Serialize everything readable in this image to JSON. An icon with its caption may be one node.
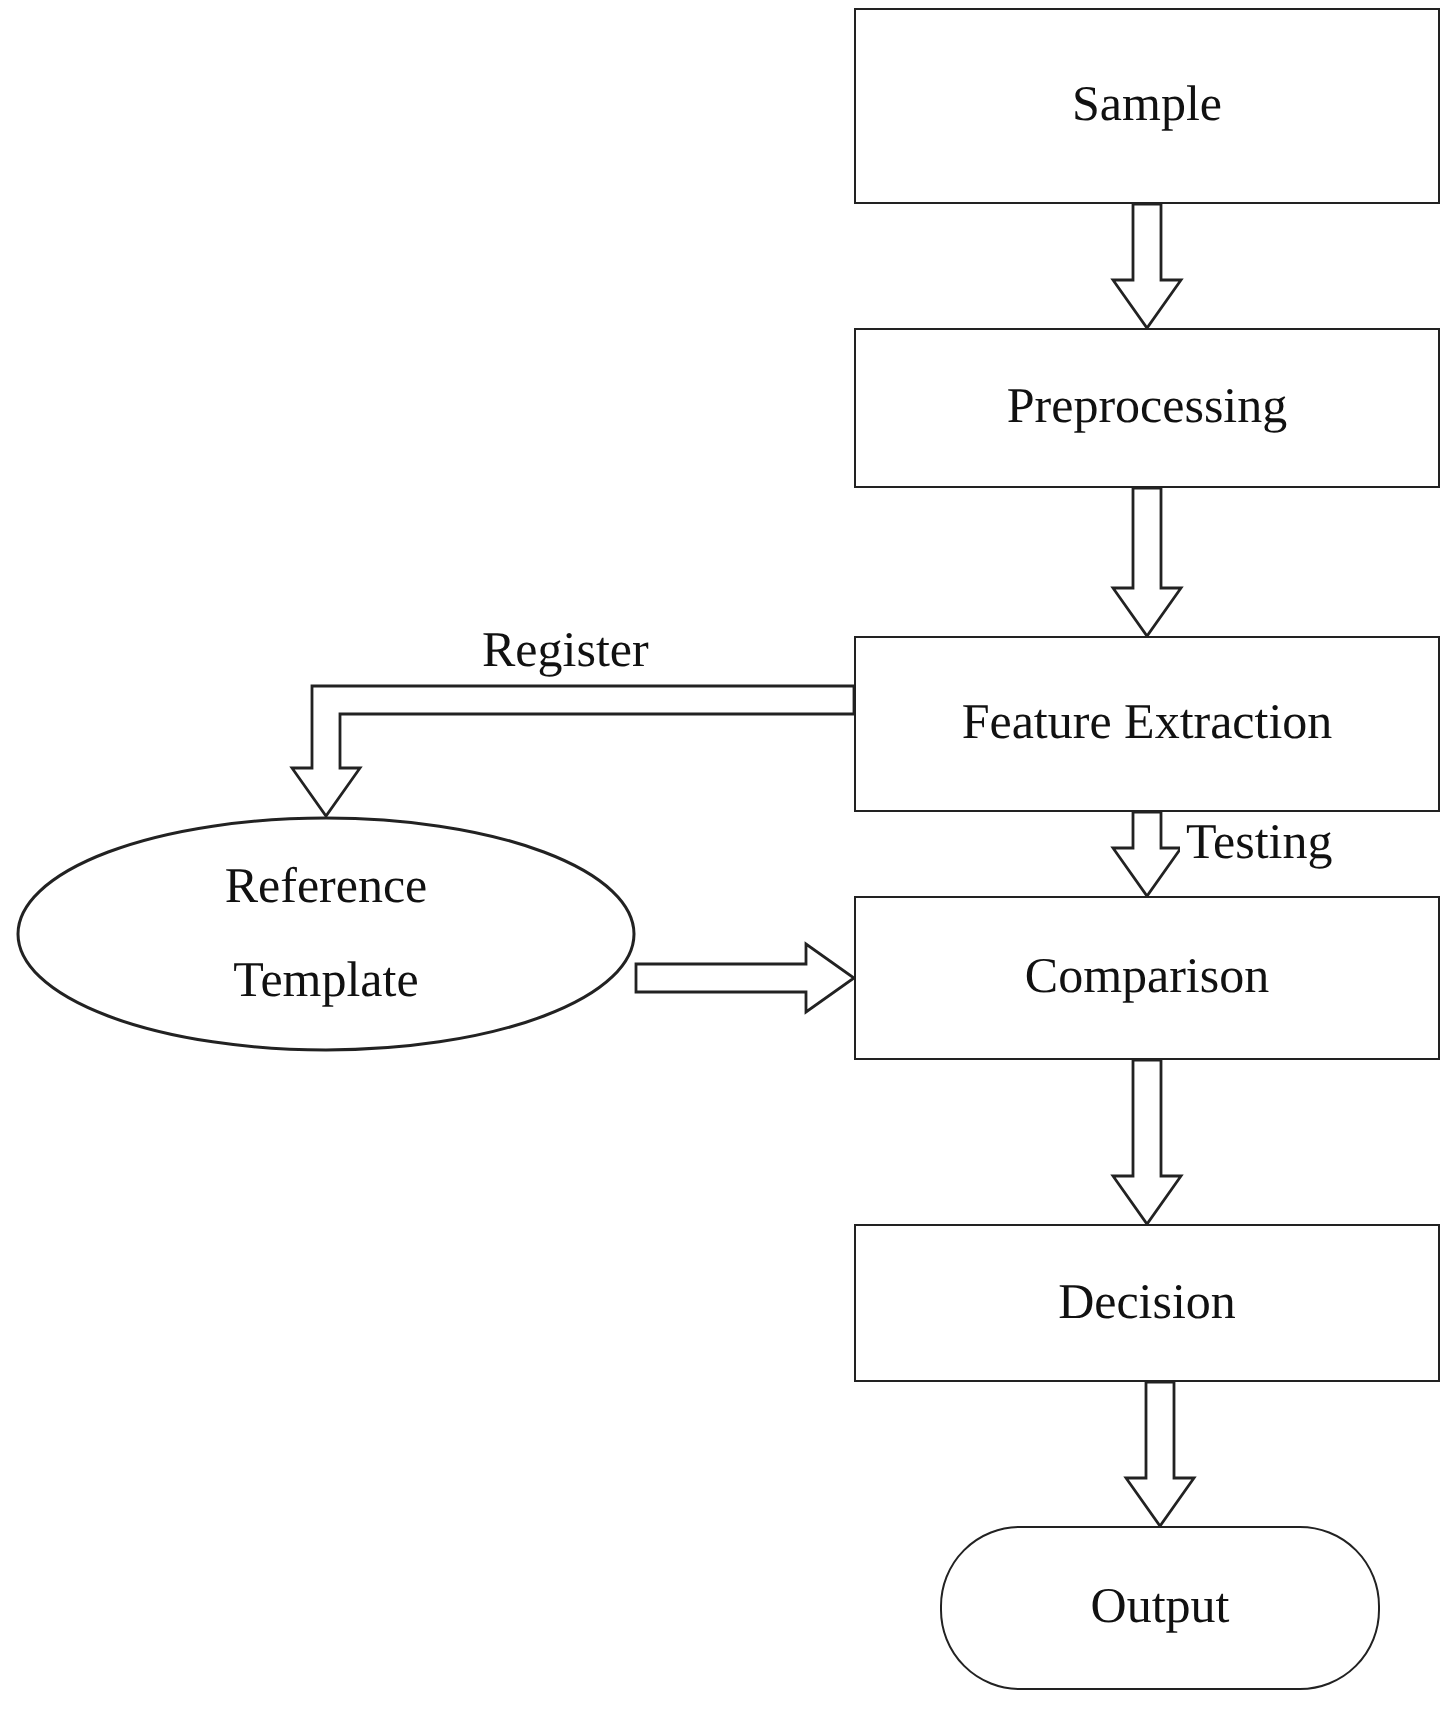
{
  "diagram": {
    "nodes": [
      {
        "text": [
          "Sample"
        ]
      },
      {
        "text": [
          "Preprocessing"
        ]
      },
      {
        "text": [
          "Feature Extraction"
        ]
      },
      {
        "text": [
          "Reference Template"
        ]
      },
      {
        "text": [
          "Comparison"
        ]
      },
      {
        "text": [
          "Decision"
        ]
      },
      {
        "text": [
          "Output"
        ]
      }
    ],
    "edges": [
      {
        "from": 0,
        "to": 1,
        "arrow": "to"
      },
      {
        "from": 1,
        "to": 2,
        "arrow": "to"
      },
      {
        "from": 2,
        "to": 3,
        "arrow": "to",
        "label": "Register"
      },
      {
        "from": 2,
        "to": 4,
        "arrow": "to",
        "label": "Testing"
      },
      {
        "from": 3,
        "to": 4,
        "arrow": "to"
      },
      {
        "from": 4,
        "to": 5,
        "arrow": "to"
      },
      {
        "from": 5,
        "to": 6,
        "arrow": "to"
      }
    ]
  }
}
